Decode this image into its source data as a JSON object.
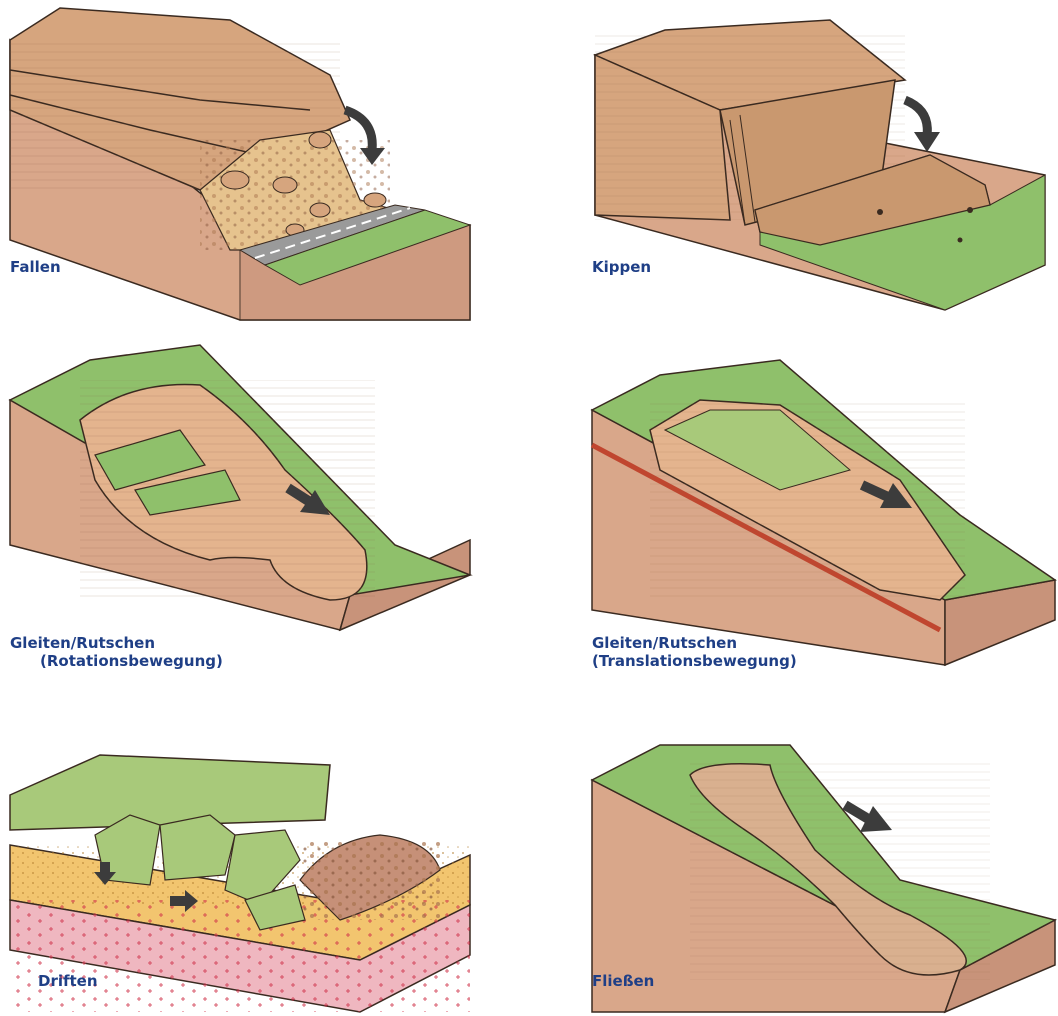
{
  "panels": [
    {
      "id": "fallen",
      "label": "Fallen"
    },
    {
      "id": "kippen",
      "label": "Kippen"
    },
    {
      "id": "gleiten_rotation",
      "label_line1": "Gleiten/Rutschen",
      "label_line2": "(Rotationsbewegung)"
    },
    {
      "id": "gleiten_translation",
      "label_line1": "Gleiten/Rutschen",
      "label_line2": "(Translationsbewegung)"
    },
    {
      "id": "driften",
      "label": "Driften"
    },
    {
      "id": "fliessen",
      "label": "Fließen"
    }
  ],
  "colors": {
    "label_text": "#1f3f86",
    "soil": "#d9a78a",
    "soil_dark": "#c8937a",
    "rock": "#d6a57e",
    "grass": "#8fc06b",
    "debris": "#e6c38e",
    "road": "#9a9a9a",
    "sand_layer": "#f2c56f",
    "pink_layer": "#efb7c0",
    "arrow": "#3c3c3c"
  }
}
